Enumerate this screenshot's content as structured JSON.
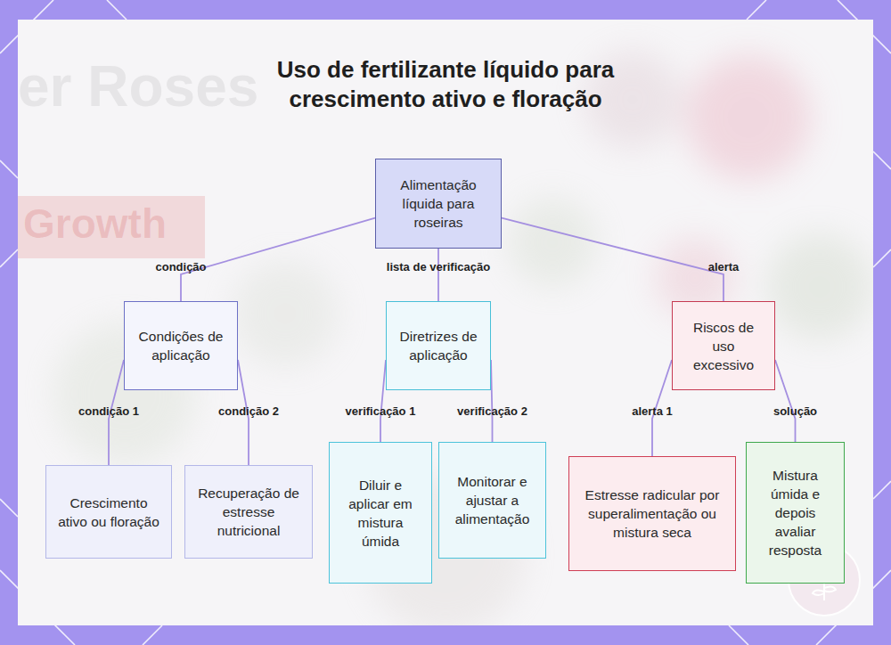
{
  "diagram": {
    "title": "Uso de fertilizante líquido para crescimento ativo e floração",
    "nodes": [
      {
        "text": [
          "Alimentação líquida para roseiras"
        ]
      },
      {
        "text": [
          "Condições de aplicação"
        ]
      },
      {
        "text": [
          "Diretrizes de aplicação"
        ]
      },
      {
        "text": [
          "Riscos de uso excessivo"
        ]
      },
      {
        "text": [
          "Crescimento ativo ou floração"
        ]
      },
      {
        "text": [
          "Recuperação de estresse nutricional"
        ]
      },
      {
        "text": [
          "Diluir e aplicar em mistura úmida"
        ]
      },
      {
        "text": [
          "Monitorar e ajustar a alimentação"
        ]
      },
      {
        "text": [
          "Estresse radicular por superalimentação ou mistura seca"
        ]
      },
      {
        "text": [
          "Mistura úmida e depois avaliar resposta"
        ]
      }
    ],
    "edges": [
      {
        "from": 0,
        "to": 1,
        "arrow": "none",
        "label": "condição"
      },
      {
        "from": 0,
        "to": 2,
        "arrow": "none",
        "label": "lista de verificação"
      },
      {
        "from": 0,
        "to": 3,
        "arrow": "none",
        "label": "alerta"
      },
      {
        "from": 1,
        "to": 4,
        "arrow": "none",
        "label": "condição 1"
      },
      {
        "from": 1,
        "to": 5,
        "arrow": "none",
        "label": "condição 2"
      },
      {
        "from": 2,
        "to": 6,
        "arrow": "none",
        "label": "verificação 1"
      },
      {
        "from": 2,
        "to": 7,
        "arrow": "none",
        "label": "verificação 2"
      },
      {
        "from": 3,
        "to": 8,
        "arrow": "none",
        "label": "alerta 1"
      },
      {
        "from": 3,
        "to": 9,
        "arrow": "none",
        "label": "solução"
      }
    ],
    "labels": [
      "er Roses",
      "Growth"
    ]
  }
}
